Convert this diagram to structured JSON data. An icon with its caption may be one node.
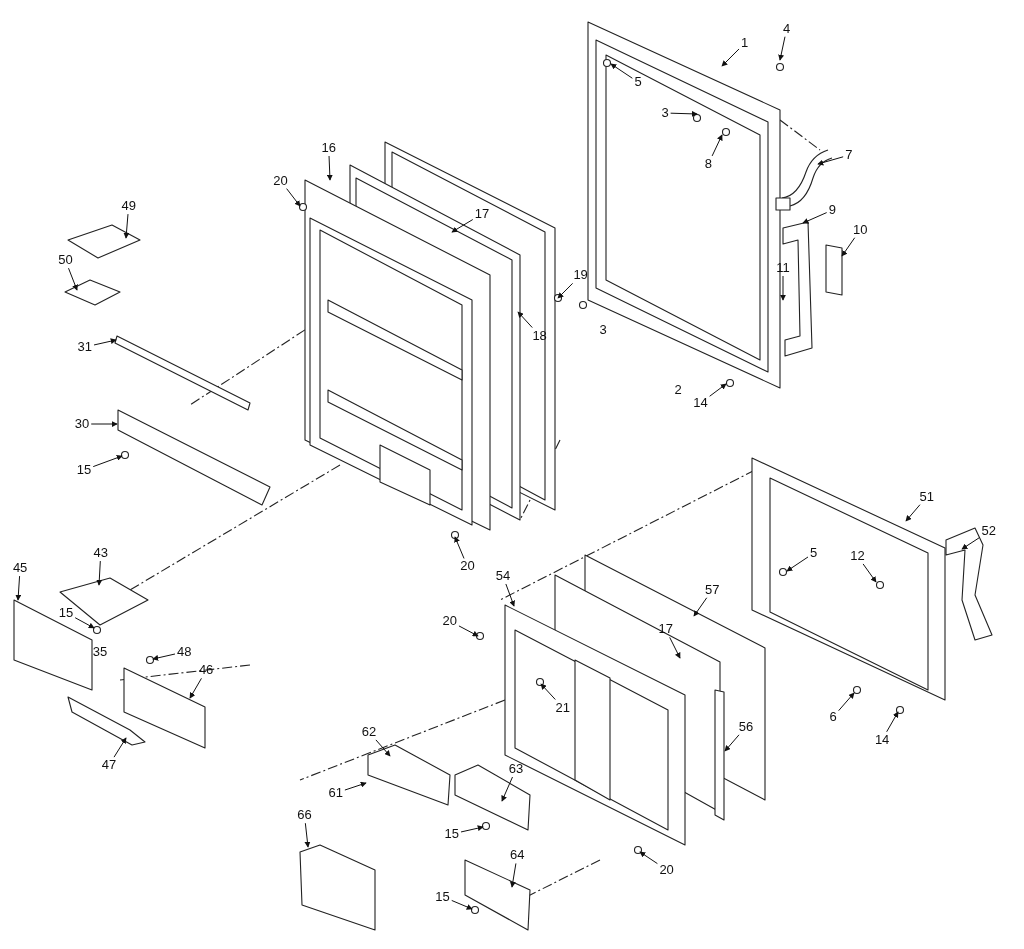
{
  "diagram": {
    "nodes": [
      {
        "text": [
          "1"
        ]
      },
      {
        "text": [
          "4"
        ]
      },
      {
        "text": [
          "5"
        ]
      },
      {
        "text": [
          "3"
        ]
      },
      {
        "text": [
          "8"
        ]
      },
      {
        "text": [
          "7"
        ]
      },
      {
        "text": [
          "9"
        ]
      },
      {
        "text": [
          "10"
        ]
      },
      {
        "text": [
          "11"
        ]
      },
      {
        "text": [
          "19"
        ]
      },
      {
        "text": [
          "14"
        ]
      },
      {
        "text": [
          "16"
        ]
      },
      {
        "text": [
          "20"
        ]
      },
      {
        "text": [
          "17"
        ]
      },
      {
        "text": [
          "18"
        ]
      },
      {
        "text": [
          "49"
        ]
      },
      {
        "text": [
          "50"
        ]
      },
      {
        "text": [
          "31"
        ]
      },
      {
        "text": [
          "30"
        ]
      },
      {
        "text": [
          "15"
        ]
      },
      {
        "text": [
          "20"
        ]
      },
      {
        "text": [
          "43"
        ]
      },
      {
        "text": [
          "45"
        ]
      },
      {
        "text": [
          "15"
        ]
      },
      {
        "text": [
          "48"
        ]
      },
      {
        "text": [
          "46"
        ]
      },
      {
        "text": [
          "47"
        ]
      },
      {
        "text": [
          "51"
        ]
      },
      {
        "text": [
          "52"
        ]
      },
      {
        "text": [
          "5"
        ]
      },
      {
        "text": [
          "12"
        ]
      },
      {
        "text": [
          "54"
        ]
      },
      {
        "text": [
          "20"
        ]
      },
      {
        "text": [
          "57"
        ]
      },
      {
        "text": [
          "17"
        ]
      },
      {
        "text": [
          "21"
        ]
      },
      {
        "text": [
          "6"
        ]
      },
      {
        "text": [
          "14"
        ]
      },
      {
        "text": [
          "56"
        ]
      },
      {
        "text": [
          "62"
        ]
      },
      {
        "text": [
          "61"
        ]
      },
      {
        "text": [
          "63"
        ]
      },
      {
        "text": [
          "15"
        ]
      },
      {
        "text": [
          "66"
        ]
      },
      {
        "text": [
          "64"
        ]
      },
      {
        "text": [
          "15"
        ]
      },
      {
        "text": [
          "20"
        ]
      }
    ],
    "edges": [
      {
        "from": 0,
        "to": null,
        "arrow": "to"
      },
      {
        "from": 1,
        "to": null,
        "arrow": "to"
      },
      {
        "from": 2,
        "to": null,
        "arrow": "to"
      },
      {
        "from": 3,
        "to": null,
        "arrow": "to"
      },
      {
        "from": 4,
        "to": null,
        "arrow": "to"
      },
      {
        "from": 5,
        "to": null,
        "arrow": "to"
      },
      {
        "from": 6,
        "to": null,
        "arrow": "to"
      },
      {
        "from": 7,
        "to": null,
        "arrow": "to"
      },
      {
        "from": 8,
        "to": null,
        "arrow": "to"
      },
      {
        "from": 9,
        "to": null,
        "arrow": "to"
      },
      {
        "from": 10,
        "to": null,
        "arrow": "to"
      },
      {
        "from": 11,
        "to": null,
        "arrow": "to"
      },
      {
        "from": 12,
        "to": null,
        "arrow": "to"
      },
      {
        "from": 13,
        "to": null,
        "arrow": "to"
      },
      {
        "from": 14,
        "to": null,
        "arrow": "to"
      },
      {
        "from": 15,
        "to": null,
        "arrow": "to"
      },
      {
        "from": 16,
        "to": null,
        "arrow": "to"
      },
      {
        "from": 17,
        "to": null,
        "arrow": "to"
      },
      {
        "from": 18,
        "to": null,
        "arrow": "to"
      },
      {
        "from": 19,
        "to": null,
        "arrow": "to"
      },
      {
        "from": 20,
        "to": null,
        "arrow": "to"
      },
      {
        "from": 21,
        "to": null,
        "arrow": "to"
      },
      {
        "from": 22,
        "to": null,
        "arrow": "to"
      },
      {
        "from": 23,
        "to": null,
        "arrow": "to"
      },
      {
        "from": 24,
        "to": null,
        "arrow": "to"
      },
      {
        "from": 25,
        "to": null,
        "arrow": "to"
      },
      {
        "from": 26,
        "to": null,
        "arrow": "to"
      },
      {
        "from": 27,
        "to": null,
        "arrow": "to"
      },
      {
        "from": 28,
        "to": null,
        "arrow": "to"
      },
      {
        "from": 29,
        "to": null,
        "arrow": "to"
      },
      {
        "from": 30,
        "to": null,
        "arrow": "to"
      },
      {
        "from": 31,
        "to": null,
        "arrow": "to"
      },
      {
        "from": 32,
        "to": null,
        "arrow": "to"
      },
      {
        "from": 33,
        "to": null,
        "arrow": "to"
      },
      {
        "from": 34,
        "to": null,
        "arrow": "to"
      },
      {
        "from": 35,
        "to": null,
        "arrow": "to"
      },
      {
        "from": 36,
        "to": null,
        "arrow": "to"
      },
      {
        "from": 37,
        "to": null,
        "arrow": "to"
      },
      {
        "from": 38,
        "to": null,
        "arrow": "to"
      },
      {
        "from": 39,
        "to": null,
        "arrow": "to"
      },
      {
        "from": 40,
        "to": null,
        "arrow": "to"
      },
      {
        "from": 41,
        "to": null,
        "arrow": "to"
      },
      {
        "from": 42,
        "to": null,
        "arrow": "to"
      },
      {
        "from": 43,
        "to": null,
        "arrow": "to"
      },
      {
        "from": 44,
        "to": null,
        "arrow": "to"
      },
      {
        "from": 45,
        "to": null,
        "arrow": "to"
      },
      {
        "from": 46,
        "to": null,
        "arrow": "to"
      }
    ],
    "labels": [
      "3",
      "2",
      "35"
    ]
  }
}
